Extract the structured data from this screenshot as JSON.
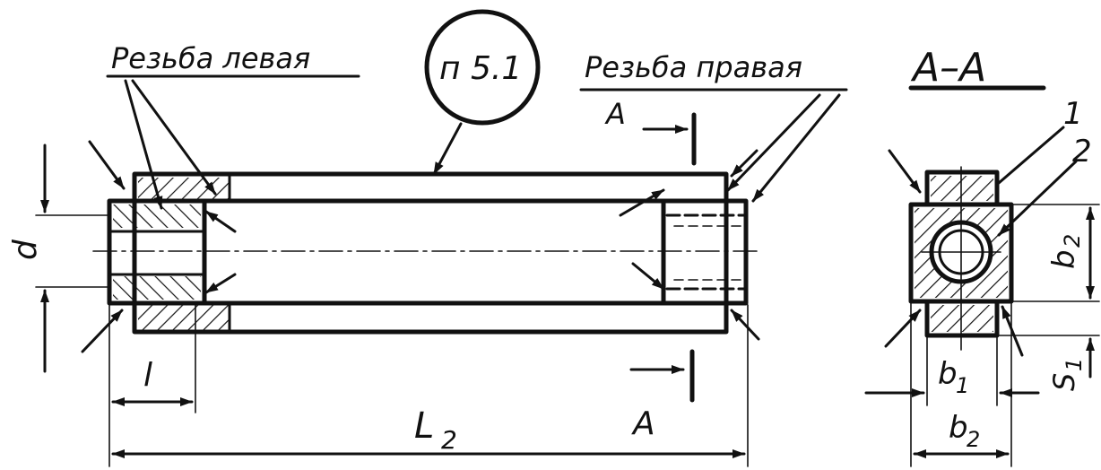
{
  "labels": {
    "thread_left": "Резьба левая",
    "thread_right": "Резьба правая",
    "callout": "п 5.1",
    "section_title": "А–А",
    "cut_top": "А",
    "cut_bottom": "А",
    "dim_d": "d",
    "dim_l": "l",
    "dim_L2_main": "L",
    "dim_L2_sub": "2",
    "dim_b1_main": "b",
    "dim_b1_sub": "1",
    "dim_b2_main": "b",
    "dim_b2_sub": "2",
    "dim_b2v_main": "b",
    "dim_b2v_sub": "2",
    "dim_s1_main": "S",
    "dim_s1_sub": "1",
    "pos1": "1",
    "pos2": "2"
  }
}
